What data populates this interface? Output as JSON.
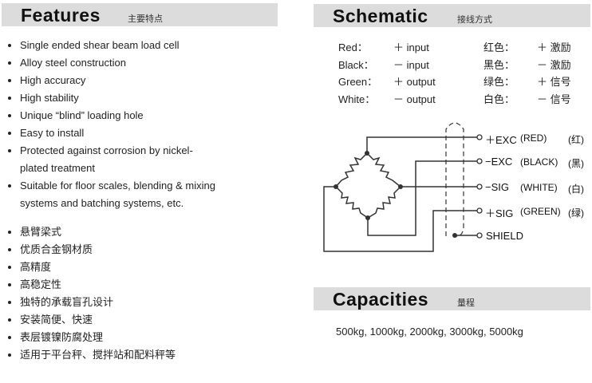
{
  "features": {
    "title": "Features",
    "subtitle": "主要特点",
    "en": [
      "Single ended shear beam load cell",
      "Alloy steel construction",
      "High accuracy",
      "High stability",
      "Unique “blind” loading hole",
      "Easy to install",
      "Protected against corrosion by nickel-",
      "plated treatment",
      "Suitable for floor scales, blending & mixing",
      "systems and batching systems, etc."
    ],
    "zh": [
      "悬臂梁式",
      "优质合金钢材质",
      "高精度",
      "高稳定性",
      "独特的承载盲孔设计",
      "安装简便、快速",
      "表层镀镍防腐处理",
      "适用于平台秤、搅拌站和配料秤等"
    ]
  },
  "schematic": {
    "title": "Schematic",
    "subtitle": "接线方式",
    "wires": [
      {
        "color": "Red：",
        "fn": "＋ input",
        "zh_color": "红色：",
        "zh_fn": "＋ 激励"
      },
      {
        "color": "Black：",
        "fn": "－ input",
        "zh_color": "黑色：",
        "zh_fn": "－ 激励"
      },
      {
        "color": "Green：",
        "fn": "＋ output",
        "zh_color": "绿色：",
        "zh_fn": "＋ 信号"
      },
      {
        "color": "White：",
        "fn": "－ output",
        "zh_color": "白色：",
        "zh_fn": "－ 信号"
      }
    ],
    "terminals": [
      {
        "sig": "＋EXC",
        "name": "(RED)",
        "zh": "(红)"
      },
      {
        "sig": "−EXC",
        "name": "(BLACK)",
        "zh": "(黑)"
      },
      {
        "sig": "−SIG",
        "name": "(WHITE)",
        "zh": "(白)"
      },
      {
        "sig": "＋SIG",
        "name": "(GREEN)",
        "zh": "(绿)"
      },
      {
        "sig": "SHIELD",
        "name": "",
        "zh": ""
      }
    ]
  },
  "capacities": {
    "title": "Capacities",
    "subtitle": "量程",
    "values": "500kg, 1000kg, 2000kg, 3000kg, 5000kg"
  }
}
